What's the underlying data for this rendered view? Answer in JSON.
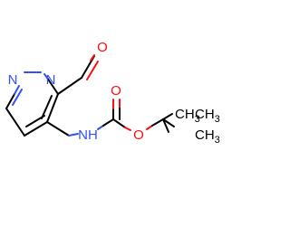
{
  "molecule": {
    "atoms": {
      "ring_n1": "N",
      "ring_n2": "N",
      "aldehyde_o": "O",
      "carbonyl_o": "O",
      "ester_o": "O",
      "amide_nh": "NH",
      "methyl_1": "CH",
      "methyl_1_sub": "3",
      "methyl_2": "CH",
      "methyl_2_sub": "3",
      "methyl_3": "CH",
      "methyl_3_sub": "3"
    },
    "colors": {
      "carbon_bond": "#000000",
      "nitrogen": "#3050f8",
      "oxygen": "#ff0d0d",
      "label_carbon": "#000000"
    }
  }
}
